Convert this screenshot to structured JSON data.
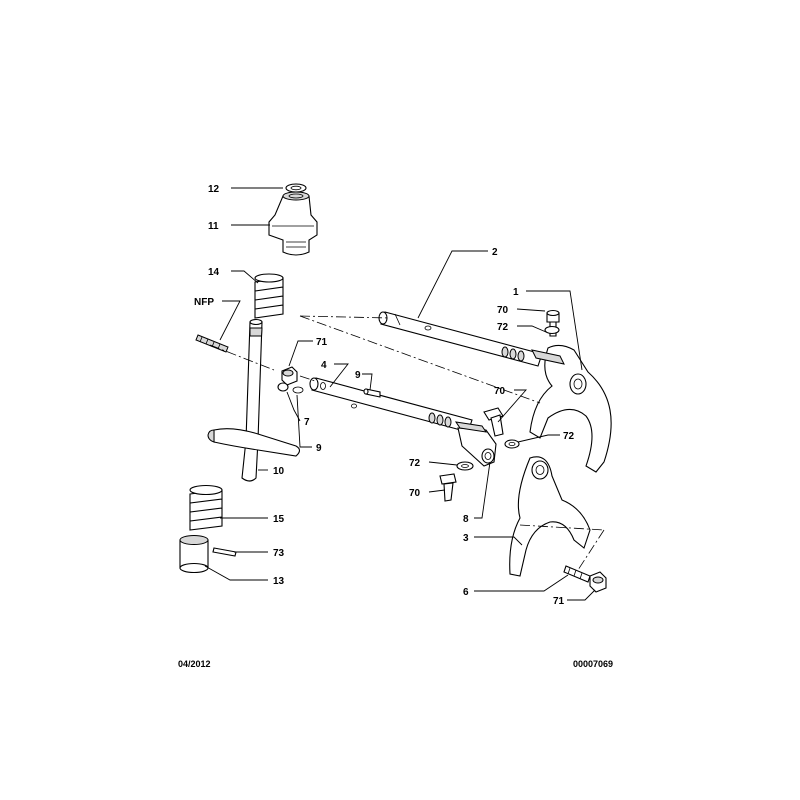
{
  "callouts": {
    "c12": "12",
    "c11": "11",
    "c14": "14",
    "cNFP": "NFP",
    "c10": "10",
    "c15": "15",
    "c73": "73",
    "c13": "13",
    "c2": "2",
    "c1": "1",
    "c70a": "70",
    "c72a": "72",
    "c71a": "71",
    "c4": "4",
    "c9a": "9",
    "c7": "7",
    "c9b": "9",
    "c70b": "70",
    "c72b": "72",
    "c72c": "72",
    "c70c": "70",
    "c8": "8",
    "c3": "3",
    "c6": "6",
    "c71b": "71"
  },
  "footer": {
    "date": "04/2012",
    "reference": "00007069"
  }
}
